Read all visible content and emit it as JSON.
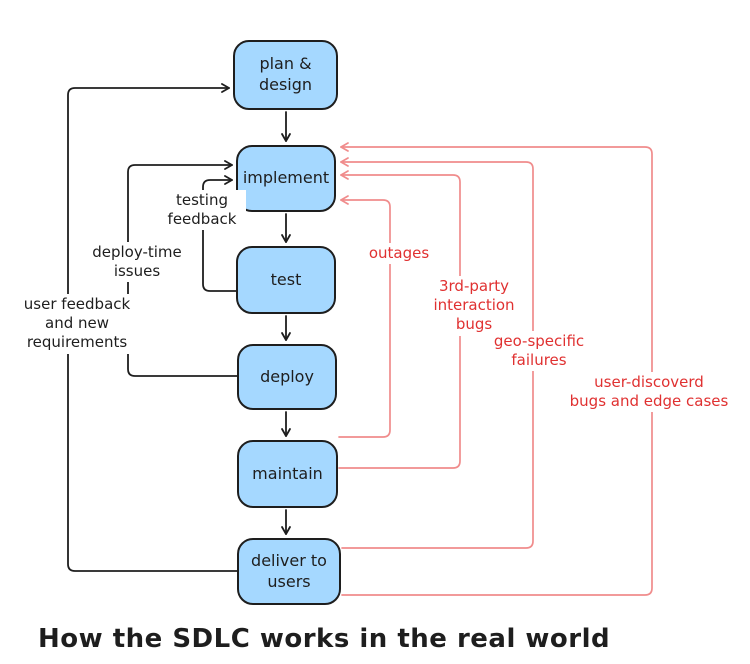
{
  "diagram": {
    "caption": "How the SDLC works in the real world",
    "nodes": {
      "plan": "plan &\ndesign",
      "implement": "implement",
      "test": "test",
      "deploy": "deploy",
      "maintain": "maintain",
      "deliver": "deliver to\nusers"
    },
    "feedback_labels": {
      "testing": "testing\nfeedback",
      "deploy_time": "deploy-time\nissues",
      "user": "user feedback\nand new\nrequirements"
    },
    "failure_labels": {
      "outages": "outages",
      "third_party": "3rd-party\ninteraction\nbugs",
      "geo": "geo-specific\nfailures",
      "user_discovered": "user-discoverd\nbugs and edge cases"
    },
    "colors": {
      "node_fill": "#a5d8ff",
      "line_black": "#1e1e1e",
      "line_red": "#f08c8c",
      "text_red": "#e03131"
    }
  }
}
